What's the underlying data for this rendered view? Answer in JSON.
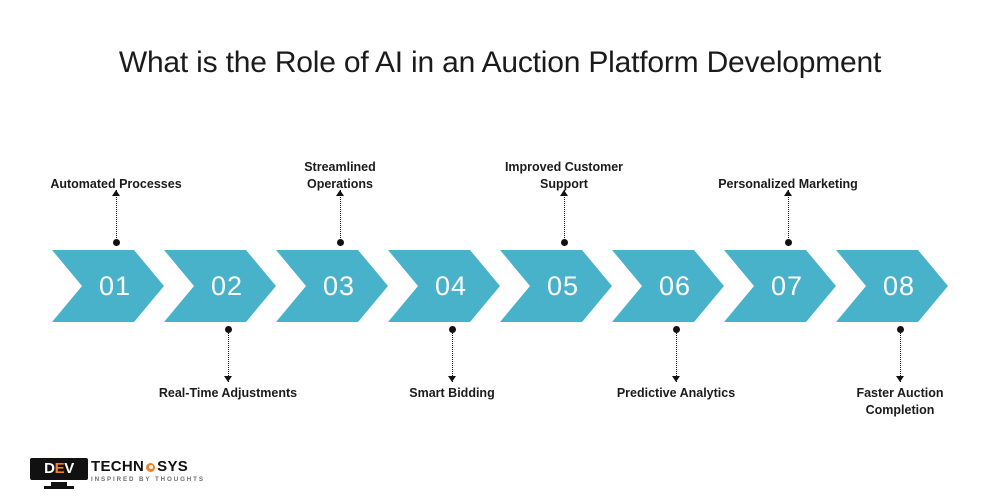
{
  "header": {
    "title": "What is the Role of AI in an Auction Platform Development"
  },
  "colors": {
    "chevron_fill": "#49b2cb",
    "chevron_number": "#ffffff",
    "text": "#1b1b1b",
    "connector": "#111111",
    "logo_accent": "#f5811f",
    "background": "#ffffff"
  },
  "process": {
    "steps": [
      {
        "number": "01",
        "label": "Automated Processes",
        "position": "above"
      },
      {
        "number": "02",
        "label": "Real-Time Adjustments",
        "position": "below"
      },
      {
        "number": "03",
        "label": "Streamlined Operations",
        "position": "above"
      },
      {
        "number": "04",
        "label": "Smart Bidding",
        "position": "below"
      },
      {
        "number": "05",
        "label": "Improved Customer Support",
        "position": "above"
      },
      {
        "number": "06",
        "label": "Predictive Analytics",
        "position": "below"
      },
      {
        "number": "07",
        "label": "Personalized Marketing",
        "position": "above"
      },
      {
        "number": "08",
        "label": "Faster Auction Completion",
        "position": "below"
      }
    ]
  },
  "logo": {
    "mark_text": "DEV",
    "mark_accent_letter": "V",
    "word_part1": "TECHN",
    "word_part2": "SYS",
    "gear_icon": "gear-icon",
    "tagline": "INSPIRED BY THOUGHTS"
  }
}
